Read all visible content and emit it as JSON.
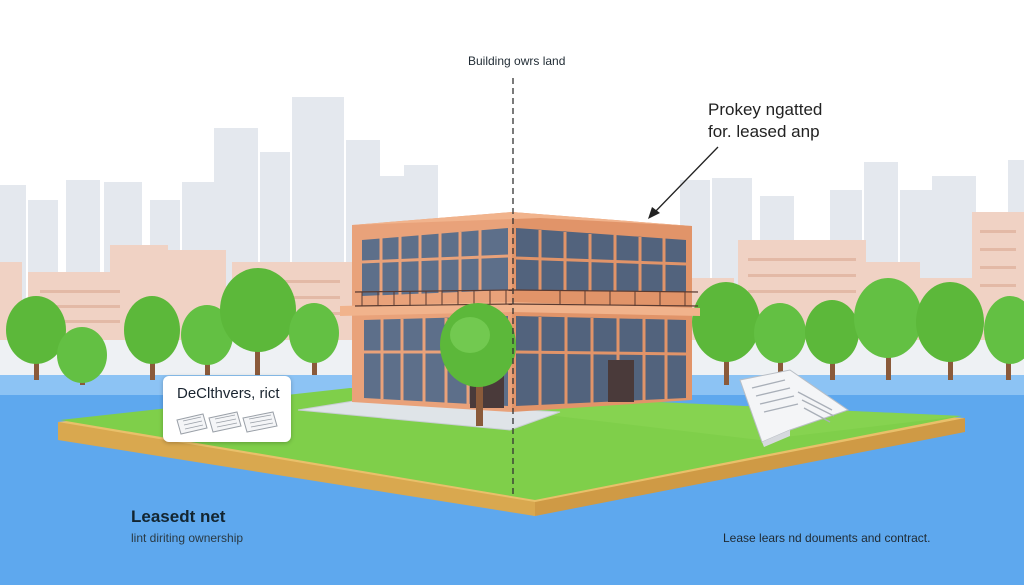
{
  "labels": {
    "top": "Building owrs land",
    "property_line1": "Prokey ngatted",
    "property_line2": "for. leased anp",
    "docs_card": "DeClthvers, rict",
    "leased_title": "Leasedt net",
    "leased_subtitle": "lint diriting ownership",
    "bottom_right": "Lease lears nd douments and contract."
  },
  "colors": {
    "sky": "#ffffff",
    "water": "#5ea8ee",
    "grass": "#7fcf4a",
    "soil": "#e9c06a",
    "building_frame": "#e9a27a",
    "glass": "#5d6f8a",
    "tree": "#5cb83a",
    "trunk": "#8a5a3a"
  }
}
